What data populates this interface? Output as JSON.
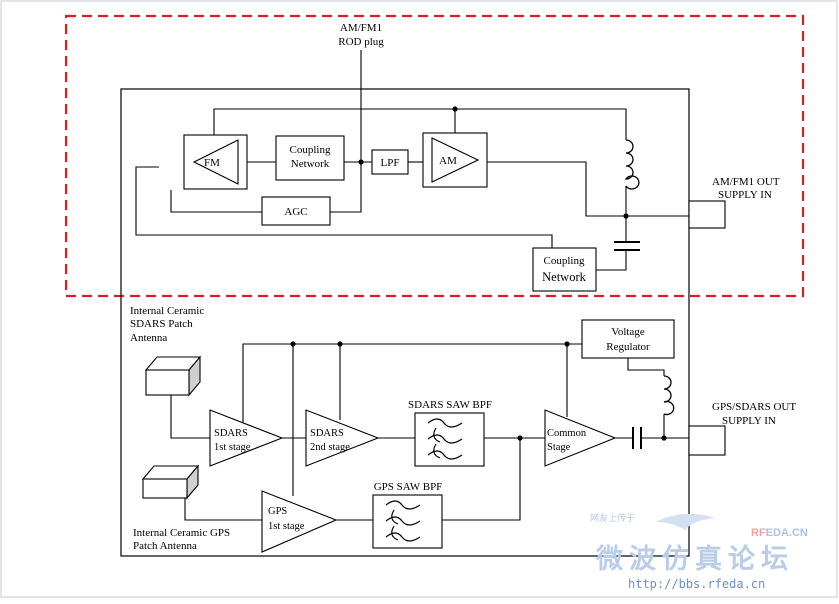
{
  "ant_top": {
    "line1": "AM/FM1",
    "line2": "ROD plug"
  },
  "blocks": {
    "fm": "FM",
    "coupling_top": [
      "Coupling",
      "Network"
    ],
    "lpf": "LPF",
    "am": "AM",
    "agc": "AGC",
    "coupling_bot": [
      "Coupling",
      "Network"
    ],
    "voltage_reg": [
      "Voltage",
      "Regulator"
    ],
    "sdars1": [
      "SDARS",
      "1st stage"
    ],
    "sdars2": [
      "SDARS",
      "2nd stage"
    ],
    "sdars_saw": "SDARS SAW BPF",
    "common": [
      "Common",
      "Stage"
    ],
    "gps1": [
      "GPS",
      "1st stage"
    ],
    "gps_saw": "GPS SAW BPF"
  },
  "labels": {
    "amfm_out": [
      "AM/FM1 OUT",
      "SUPPLY IN"
    ],
    "gps_out": [
      "GPS/SDARS OUT",
      "SUPPLY IN"
    ],
    "sdars_ant": [
      "Internal Ceramic",
      "SDARS Patch",
      "Antenna"
    ],
    "gps_ant": [
      "Internal Ceramic GPS",
      "Patch Antenna"
    ]
  },
  "watermark": {
    "brand": "RFEDA.CN",
    "tag": "网友上传于",
    "cn": "微波仿真论坛",
    "url": "http://bbs.rfeda.cn"
  },
  "colors": {
    "boundary": "#d42020",
    "line": "#000000",
    "watermark": "#b9cde8"
  }
}
